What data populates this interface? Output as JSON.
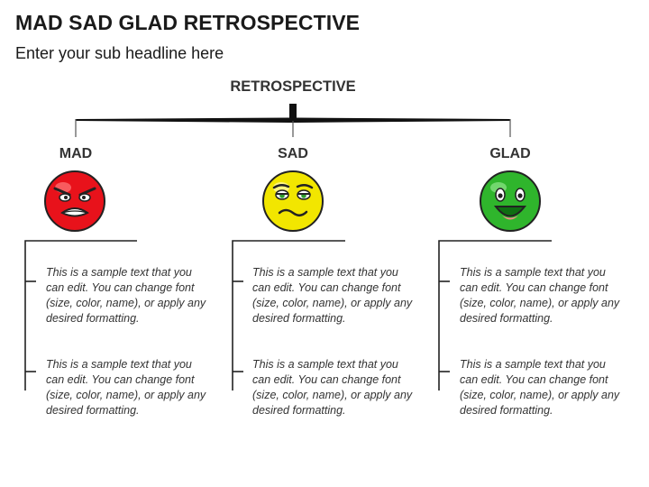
{
  "title": "MAD SAD GLAD RETROSPECTIVE",
  "subtitle": "Enter your sub headline here",
  "root": "RETROSPECTIVE",
  "columns": [
    {
      "label": "MAD",
      "color": "#e8121b",
      "texts": [
        "This is a sample text that you can edit. You can change font (size, color, name), or apply any desired formatting.",
        "This is a sample text that you can edit. You can change font (size, color, name), or apply any desired formatting."
      ]
    },
    {
      "label": "SAD",
      "color": "#f2e600",
      "texts": [
        "This is a sample text that you can edit. You can change font (size, color, name), or apply any desired formatting.",
        "This is a sample text that you can edit. You can change font (size, color, name), or apply any desired formatting."
      ]
    },
    {
      "label": "GLAD",
      "color": "#2fb52c",
      "texts": [
        "This is a sample text that you can edit. You can change font (size, color, name), or apply any desired formatting.",
        "This is a sample text that you can edit. You can change font (size, color, name), or apply any desired formatting."
      ]
    }
  ]
}
